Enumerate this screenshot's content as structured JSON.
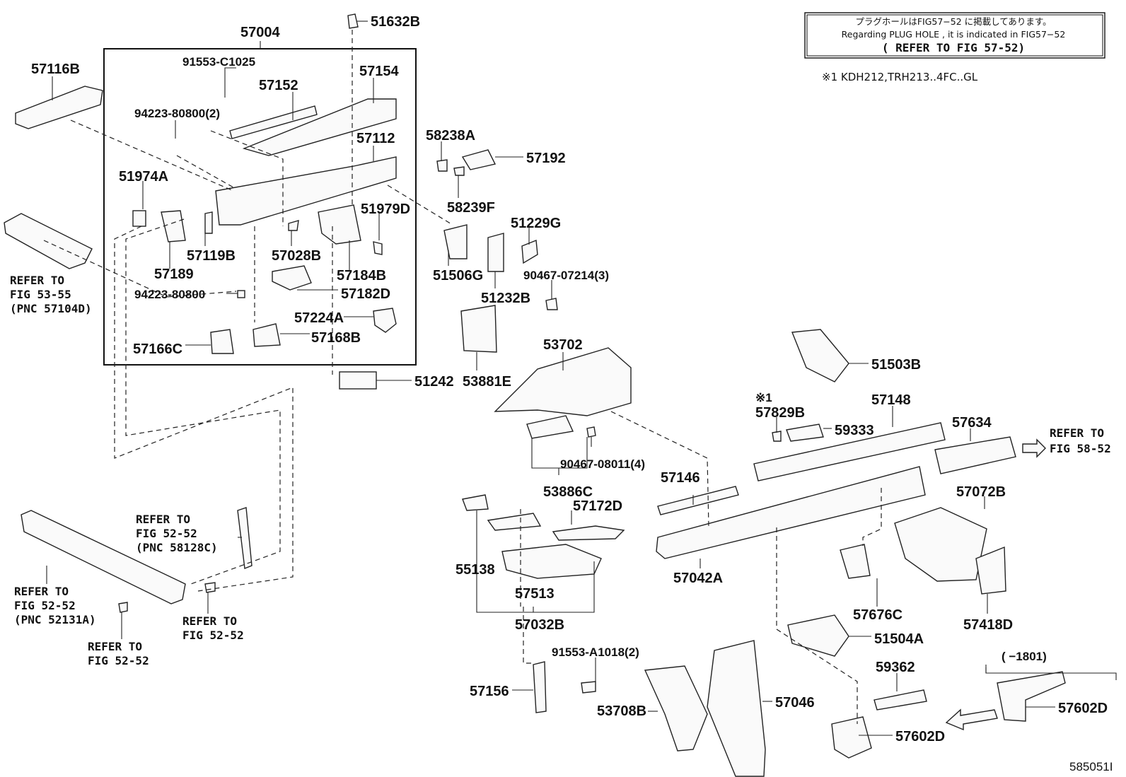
{
  "notice": {
    "line1": "プラグホールはFIG57−52 に掲載してあります。",
    "line2": "Regarding  PLUG HOLE , it is indicated in  FIG57−52",
    "line3": "( REFER TO FIG 57-52)"
  },
  "applicability_note": "※1 KDH212,TRH213..4FC..GL",
  "image_code": "585051I",
  "labels": {
    "p57004": "57004",
    "p51632B": "51632B",
    "p57116B": "57116B",
    "p91553C1025": "91553-C1025",
    "p57152": "57152",
    "p57154": "57154",
    "p9422380800_2": "94223-80800(2)",
    "p57112": "57112",
    "p51974A": "51974A",
    "p51979D": "51979D",
    "p57119B": "57119B",
    "p57028B": "57028B",
    "p57189": "57189",
    "p57184B": "57184B",
    "p9422380800": "94223-80800",
    "p57182D": "57182D",
    "p57224A": "57224A",
    "p57168B": "57168B",
    "p57166C": "57166C",
    "p58238A": "58238A",
    "p57192": "57192",
    "p58239F": "58239F",
    "p51229G": "51229G",
    "p51506G": "51506G",
    "p9046707214": "90467-07214(3)",
    "p51232B": "51232B",
    "p53881E": "53881E",
    "p51242": "51242",
    "p53702": "53702",
    "p9046708011": "90467-08011(4)",
    "p53886C": "53886C",
    "p51503B": "51503B",
    "p57829B_mark": "※1",
    "p57829B": "57829B",
    "p57148": "57148",
    "p59333": "59333",
    "p57634": "57634",
    "p57146": "57146",
    "p57072B": "57072B",
    "p57172D": "57172D",
    "p55138": "55138",
    "p57513": "57513",
    "p57042A": "57042A",
    "p57032B": "57032B",
    "p57676C": "57676C",
    "p57418D": "57418D",
    "p51504A": "51504A",
    "p91553A1018": "91553-A1018(2)",
    "p59362": "59362",
    "p1801": "(    −1801)",
    "p57156": "57156",
    "p53708B": "53708B",
    "p57046": "57046",
    "p57602D_a": "57602D",
    "p57602D_b": "57602D"
  },
  "refs": {
    "r5355": [
      "REFER TO",
      "FIG 53-55",
      "(PNC 57104D)"
    ],
    "r5852": [
      "REFER TO",
      "FIG 58-52"
    ],
    "r5252_pnc58128C": [
      "REFER TO",
      "FIG 52-52",
      "(PNC 58128C)"
    ],
    "r5252_pnc52131A": [
      "REFER TO",
      "FIG 52-52",
      "(PNC 52131A)"
    ],
    "r5252_a": [
      "REFER TO",
      "FIG 52-52"
    ],
    "r5252_b": [
      "REFER TO",
      "FIG 52-52"
    ]
  }
}
